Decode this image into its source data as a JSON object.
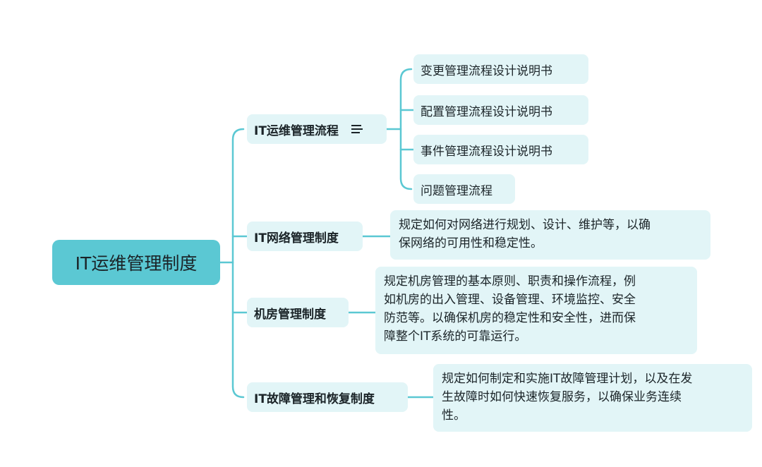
{
  "root": {
    "label": "IT运维管理制度"
  },
  "branches": [
    {
      "label": "IT运维管理流程",
      "has_notes_icon": true,
      "children": [
        "变更管理流程设计说明书",
        "配置管理流程设计说明书",
        "事件管理流程设计说明书",
        "问题管理流程"
      ]
    },
    {
      "label": "IT网络管理制度",
      "description_lines": [
        "规定如何对网络进行规划、设计、维护等，以确",
        "保网络的可用性和稳定性。"
      ]
    },
    {
      "label": "机房管理制度",
      "description_lines": [
        "规定机房管理的基本原则、职责和操作流程，例",
        "如机房的出入管理、设备管理、环境监控、安全",
        "防范等。以确保机房的稳定性和安全性，进而保",
        "障整个IT系统的可靠运行。"
      ]
    },
    {
      "label": "IT故障管理和恢复制度",
      "description_lines": [
        "规定如何制定和实施IT故障管理计划，以及在发",
        "生故障时如何快速恢复服务，以确保业务连续",
        "性。"
      ]
    }
  ],
  "colors": {
    "root_fill": "#5bc8d3",
    "node_fill": "#e2f5f7",
    "connector": "#5bc8d3"
  },
  "icons": {
    "notes_icon": "notes-list-icon"
  }
}
